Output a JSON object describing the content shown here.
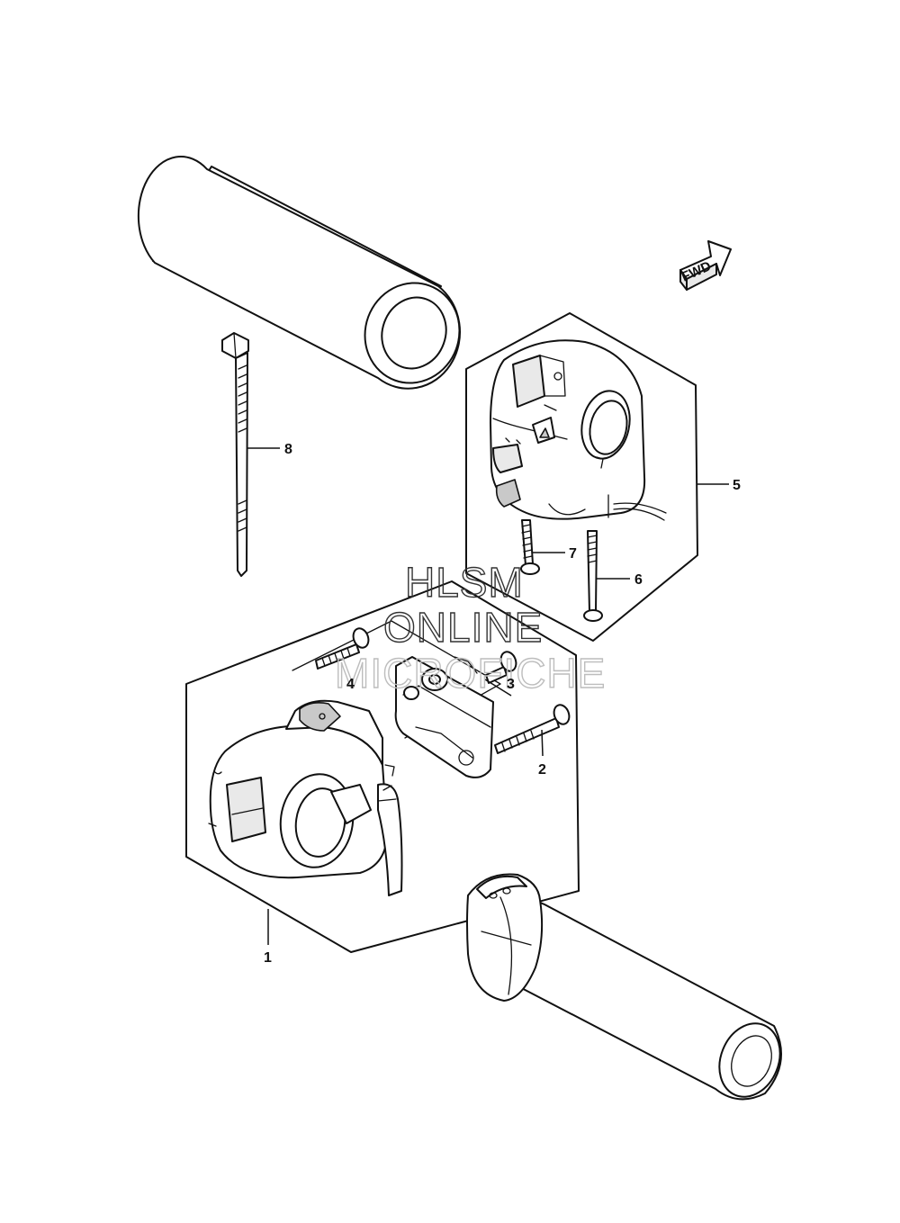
{
  "callouts": {
    "p1": "1",
    "p2": "2",
    "p3": "3",
    "p4": "4",
    "p5": "5",
    "p6": "6",
    "p7": "7",
    "p8": "8"
  },
  "direction_arrow": {
    "label": "FWD",
    "icon": "fwd-arrow-icon"
  },
  "watermark": {
    "line1": "HLSM",
    "line2": "ONLINE",
    "line3": "MICROFICHE"
  },
  "colors": {
    "line": "#111111",
    "background": "#ffffff",
    "watermark": "#333333"
  }
}
